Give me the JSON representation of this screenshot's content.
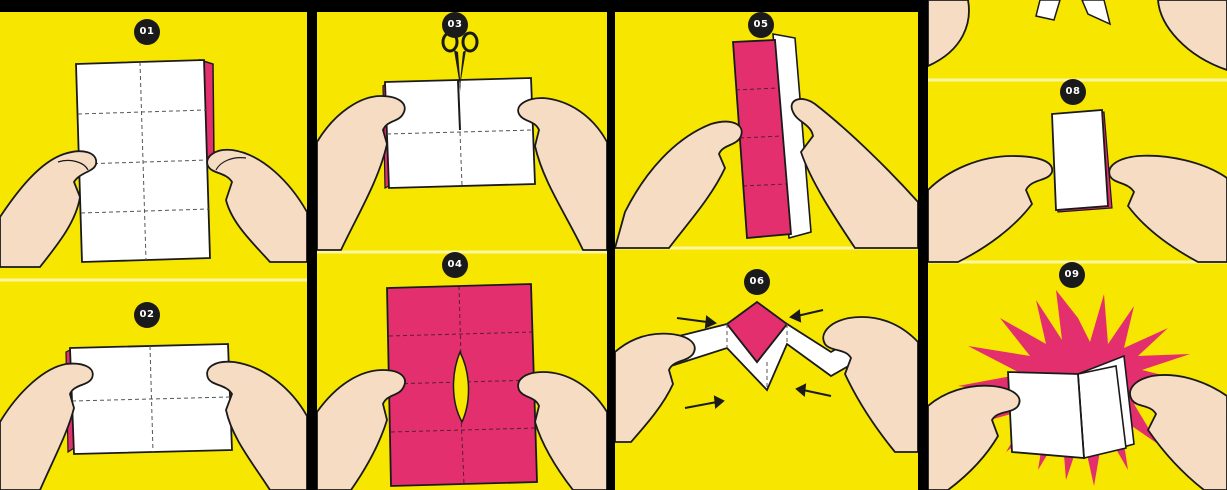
{
  "steps": [
    {
      "number": "01"
    },
    {
      "number": "02"
    },
    {
      "number": "03"
    },
    {
      "number": "04"
    },
    {
      "number": "05"
    },
    {
      "number": "06"
    },
    {
      "number": "08"
    },
    {
      "number": "09"
    }
  ],
  "colors": {
    "background": "#f6e600",
    "border": "#000000",
    "paper": "#ffffff",
    "magenta": "#e42f6f",
    "skin": "#f7dcc4",
    "outline": "#1a1a1a",
    "badge": "#1a1a1a"
  },
  "icons": [
    "scissors-icon",
    "arrow-icon",
    "burst-icon"
  ]
}
